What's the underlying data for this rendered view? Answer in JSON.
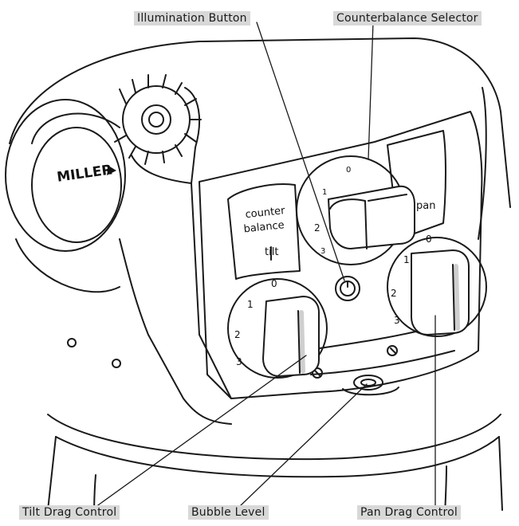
{
  "callouts": {
    "illumination_button": "Illumination Button",
    "counterbalance_selector": "Counterbalance Selector",
    "tilt_drag_control": "Tilt Drag Control",
    "bubble_level": "Bubble Level",
    "pan_drag_control": "Pan Drag Control"
  },
  "panel_labels": {
    "counterbalance": [
      "counter",
      "balance"
    ],
    "tilt": "tilt",
    "pan": "pan",
    "brand": "MILLER"
  },
  "dial_scales": {
    "counterbalance": [
      "0",
      "1",
      "2",
      "3"
    ],
    "tilt": [
      "0",
      "1",
      "2",
      "3"
    ],
    "pan": [
      "0",
      "1",
      "2",
      "3"
    ]
  },
  "colors": {
    "line": "#1a1a1a",
    "callout_bg": "#d8d8d8",
    "knob_shade": "#cfcfcf",
    "background": "#ffffff"
  }
}
